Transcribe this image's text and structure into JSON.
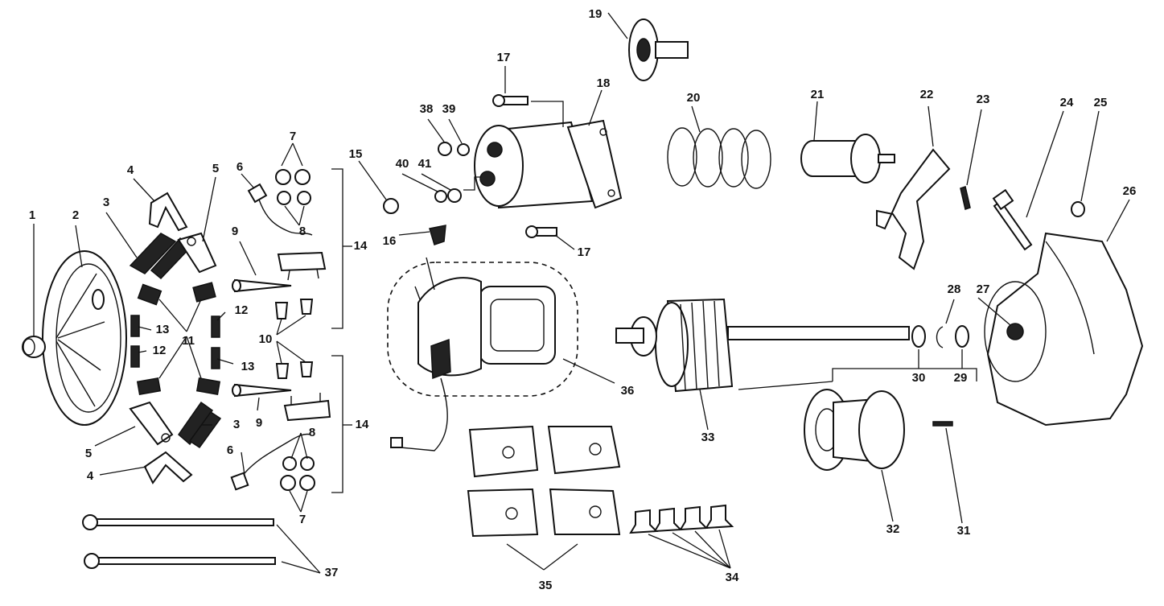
{
  "colors": {
    "ink": "#111111",
    "background": "#ffffff"
  },
  "labels": [
    {
      "id": "l1",
      "text": "1"
    },
    {
      "id": "l2",
      "text": "2"
    },
    {
      "id": "l3a",
      "text": "3"
    },
    {
      "id": "l3b",
      "text": "3"
    },
    {
      "id": "l4a",
      "text": "4"
    },
    {
      "id": "l4b",
      "text": "4"
    },
    {
      "id": "l5a",
      "text": "5"
    },
    {
      "id": "l5b",
      "text": "5"
    },
    {
      "id": "l6a",
      "text": "6"
    },
    {
      "id": "l6b",
      "text": "6"
    },
    {
      "id": "l7a",
      "text": "7"
    },
    {
      "id": "l7b",
      "text": "7"
    },
    {
      "id": "l8a",
      "text": "8"
    },
    {
      "id": "l8b",
      "text": "8"
    },
    {
      "id": "l9a",
      "text": "9"
    },
    {
      "id": "l9b",
      "text": "9"
    },
    {
      "id": "l10",
      "text": "10"
    },
    {
      "id": "l11",
      "text": "11"
    },
    {
      "id": "l12a",
      "text": "12"
    },
    {
      "id": "l12b",
      "text": "12"
    },
    {
      "id": "l13a",
      "text": "13"
    },
    {
      "id": "l13b",
      "text": "13"
    },
    {
      "id": "l14a",
      "text": "14"
    },
    {
      "id": "l14b",
      "text": "14"
    },
    {
      "id": "l15",
      "text": "15"
    },
    {
      "id": "l16",
      "text": "16"
    },
    {
      "id": "l17a",
      "text": "17"
    },
    {
      "id": "l17b",
      "text": "17"
    },
    {
      "id": "l18",
      "text": "18"
    },
    {
      "id": "l19",
      "text": "19"
    },
    {
      "id": "l20",
      "text": "20"
    },
    {
      "id": "l21",
      "text": "21"
    },
    {
      "id": "l22",
      "text": "22"
    },
    {
      "id": "l23",
      "text": "23"
    },
    {
      "id": "l24",
      "text": "24"
    },
    {
      "id": "l25",
      "text": "25"
    },
    {
      "id": "l26",
      "text": "26"
    },
    {
      "id": "l27",
      "text": "27"
    },
    {
      "id": "l28",
      "text": "28"
    },
    {
      "id": "l29",
      "text": "29"
    },
    {
      "id": "l30",
      "text": "30"
    },
    {
      "id": "l31",
      "text": "31"
    },
    {
      "id": "l32",
      "text": "32"
    },
    {
      "id": "l33",
      "text": "33"
    },
    {
      "id": "l34",
      "text": "34"
    },
    {
      "id": "l35",
      "text": "35"
    },
    {
      "id": "l36",
      "text": "36"
    },
    {
      "id": "l37",
      "text": "37"
    },
    {
      "id": "l38",
      "text": "38"
    },
    {
      "id": "l39",
      "text": "39"
    },
    {
      "id": "l40",
      "text": "40"
    },
    {
      "id": "l41",
      "text": "41"
    }
  ]
}
